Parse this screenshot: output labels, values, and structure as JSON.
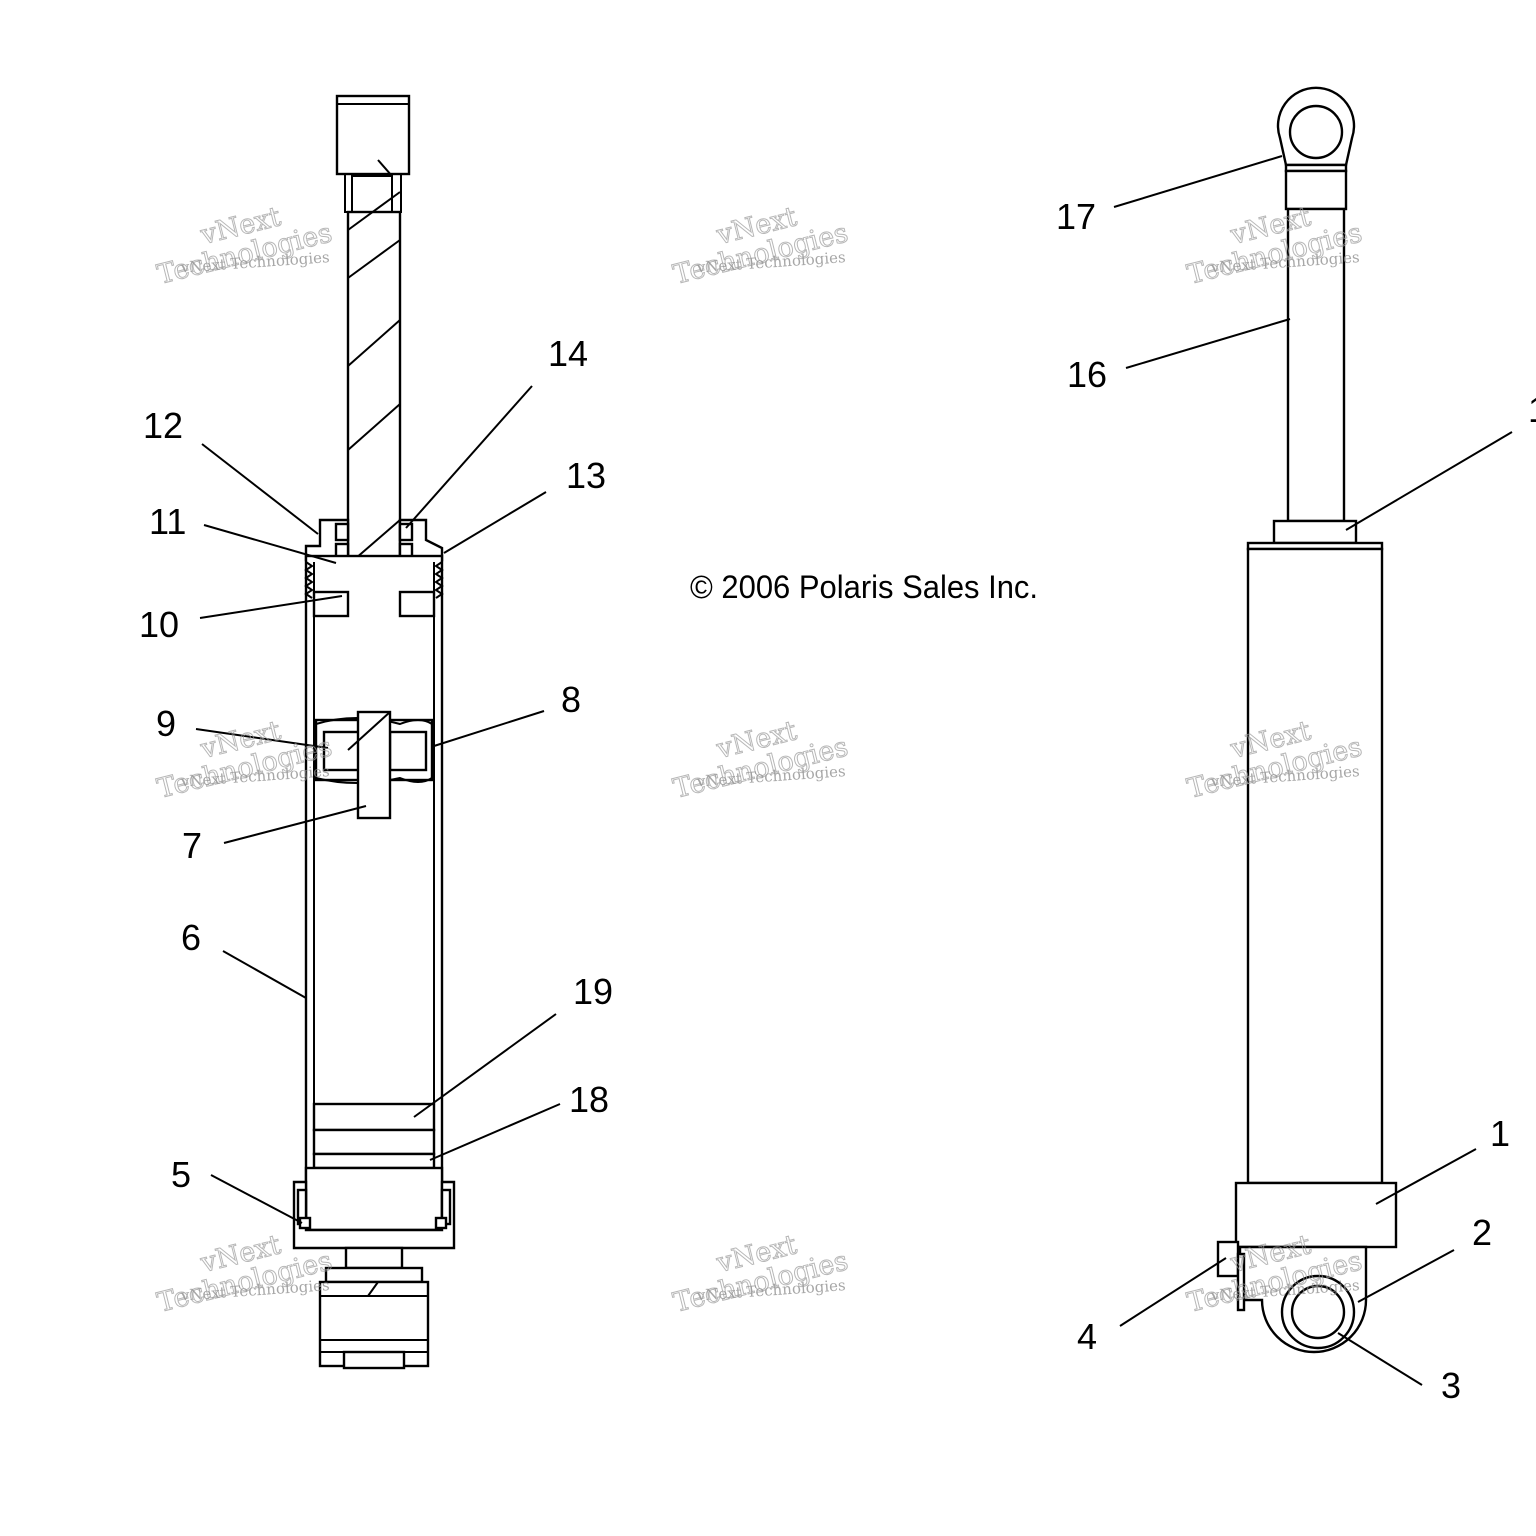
{
  "copyright": "© 2006 Polaris Sales Inc.",
  "watermark": {
    "line_small": "vNext Technologies",
    "line_top": "vNext",
    "line_bottom": "Technologies"
  },
  "callouts": {
    "c1": "1",
    "c2": "2",
    "c3": "3",
    "c4": "4",
    "c5": "5",
    "c6": "6",
    "c7": "7",
    "c8": "8",
    "c9": "9",
    "c10": "10",
    "c11": "11",
    "c12": "12",
    "c13": "13",
    "c14": "14",
    "c15": "1",
    "c16": "16",
    "c17": "17",
    "c18": "18",
    "c19": "19"
  },
  "colors": {
    "line": "#000000",
    "background": "#ffffff",
    "watermark": "#9a9a9a"
  }
}
